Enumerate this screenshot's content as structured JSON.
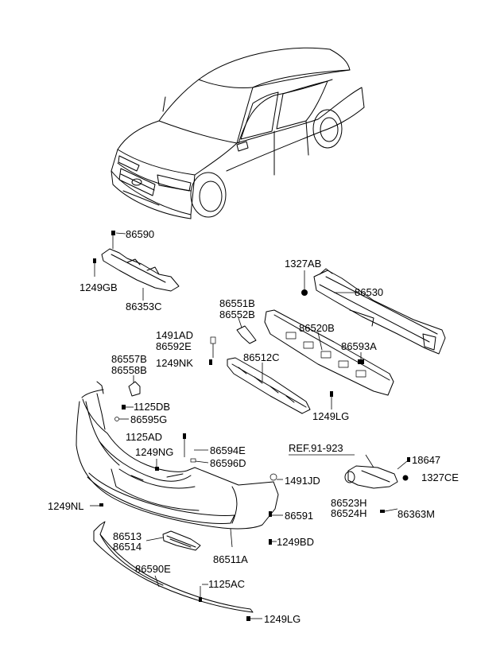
{
  "labels": {
    "l86590": "86590",
    "l1249GB": "1249GB",
    "l86353C": "86353C",
    "l1327AB": "1327AB",
    "l86530": "86530",
    "l86551B": "86551B",
    "l86552B": "86552B",
    "l86520B": "86520B",
    "l1491AD": "1491AD",
    "l86592E": "86592E",
    "l86593A": "86593A",
    "l86512C": "86512C",
    "l1249NK": "1249NK",
    "l86557B": "86557B",
    "l86558B": "86558B",
    "l1125DB": "1125DB",
    "l86595G": "86595G",
    "l1249LG_top": "1249LG",
    "l1125AD": "1125AD",
    "l1249NG": "1249NG",
    "l86594E": "86594E",
    "l86596D": "86596D",
    "lREF": "REF.91-923",
    "l18647": "18647",
    "l1327CE": "1327CE",
    "l1491JD": "1491JD",
    "l86523H": "86523H",
    "l86524H": "86524H",
    "l86363M": "86363M",
    "l1249NL": "1249NL",
    "l86591": "86591",
    "l86513": "86513",
    "l86514": "86514",
    "l1249BD": "1249BD",
    "l86511A": "86511A",
    "l86590E": "86590E",
    "l1125AC": "1125AC",
    "l1249LG_bottom": "1249LG"
  }
}
